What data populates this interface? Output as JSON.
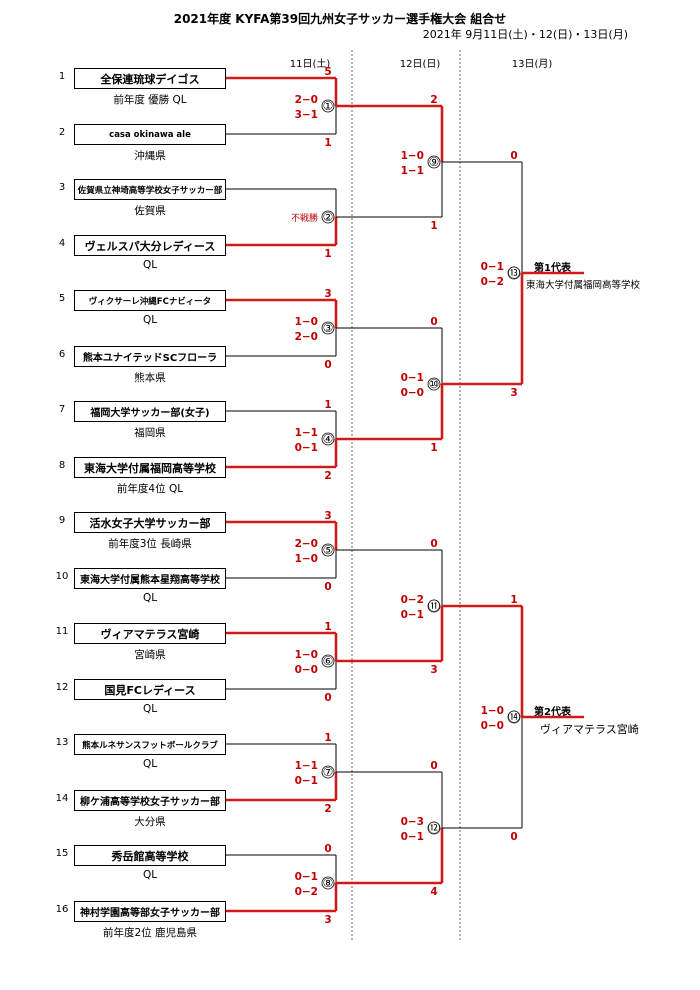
{
  "title": "2021年度  KYFA第39回九州女子サッカー選手権大会  組合せ",
  "date": "2021年  9月11日(土)・12(日)・13日(月)",
  "days": [
    "11日(土)",
    "12日(日)",
    "13日(月)"
  ],
  "teams": [
    {
      "seed": "1",
      "name": "全保連琉球デイゴス",
      "sub": "前年度  優勝  QL"
    },
    {
      "seed": "2",
      "name": "casa okinawa ale",
      "sub": "沖縄県"
    },
    {
      "seed": "3",
      "name": "佐賀県立神埼高等学校女子サッカー部",
      "sub": "佐賀県"
    },
    {
      "seed": "4",
      "name": "ヴェルスパ大分レディース",
      "sub": "QL"
    },
    {
      "seed": "5",
      "name": "ヴィクサーレ沖縄FCナビィータ",
      "sub": "QL"
    },
    {
      "seed": "6",
      "name": "熊本ユナイテッドSCフローラ",
      "sub": "熊本県"
    },
    {
      "seed": "7",
      "name": "福岡大学サッカー部(女子)",
      "sub": "福岡県"
    },
    {
      "seed": "8",
      "name": "東海大学付属福岡高等学校",
      "sub": "前年度4位  QL"
    },
    {
      "seed": "9",
      "name": "活水女子大学サッカー部",
      "sub": "前年度3位  長崎県"
    },
    {
      "seed": "10",
      "name": "東海大学付属熊本星翔高等学校",
      "sub": "QL"
    },
    {
      "seed": "11",
      "name": "ヴィアマテラス宮崎",
      "sub": "宮崎県"
    },
    {
      "seed": "12",
      "name": "国見FCレディース",
      "sub": "QL"
    },
    {
      "seed": "13",
      "name": "熊本ルネサンスフットボールクラブ",
      "sub": "QL"
    },
    {
      "seed": "14",
      "name": "柳ケ浦高等学校女子サッカー部",
      "sub": "大分県"
    },
    {
      "seed": "15",
      "name": "秀岳館高等学校",
      "sub": "QL"
    },
    {
      "seed": "16",
      "name": "神村学園高等部女子サッカー部",
      "sub": "前年度2位  鹿児島県"
    }
  ],
  "round1": [
    {
      "no": "①",
      "score_top": "5",
      "score_bottom": "1",
      "halves": [
        "2−0",
        "3−1"
      ],
      "winner": "top",
      "note": ""
    },
    {
      "no": "②",
      "score_top": "",
      "score_bottom": "1",
      "halves": [],
      "winner": "bottom",
      "note": "不戦勝"
    },
    {
      "no": "③",
      "score_top": "3",
      "score_bottom": "0",
      "halves": [
        "1−0",
        "2−0"
      ],
      "winner": "top",
      "note": ""
    },
    {
      "no": "④",
      "score_top": "1",
      "score_bottom": "2",
      "halves": [
        "1−1",
        "0−1"
      ],
      "winner": "bottom",
      "note": ""
    },
    {
      "no": "⑤",
      "score_top": "3",
      "score_bottom": "0",
      "halves": [
        "2−0",
        "1−0"
      ],
      "winner": "top",
      "note": ""
    },
    {
      "no": "⑥",
      "score_top": "1",
      "score_bottom": "0",
      "halves": [
        "1−0",
        "0−0"
      ],
      "winner": "top",
      "note": ""
    },
    {
      "no": "⑦",
      "score_top": "1",
      "score_bottom": "2",
      "halves": [
        "1−1",
        "0−1"
      ],
      "winner": "bottom",
      "note": ""
    },
    {
      "no": "⑧",
      "score_top": "0",
      "score_bottom": "3",
      "halves": [
        "0−1",
        "0−2"
      ],
      "winner": "bottom",
      "note": ""
    }
  ],
  "round2": [
    {
      "no": "⑨",
      "score_top": "2",
      "score_bottom": "1",
      "halves": [
        "1−0",
        "1−1"
      ],
      "winner": "top"
    },
    {
      "no": "⑩",
      "score_top": "0",
      "score_bottom": "1",
      "halves": [
        "0−1",
        "0−0"
      ],
      "winner": "bottom"
    },
    {
      "no": "⑪",
      "score_top": "0",
      "score_bottom": "3",
      "halves": [
        "0−2",
        "0−1"
      ],
      "winner": "bottom"
    },
    {
      "no": "⑫",
      "score_top": "0",
      "score_bottom": "4",
      "halves": [
        "0−3",
        "0−1"
      ],
      "winner": "bottom"
    }
  ],
  "round3": [
    {
      "no": "⑬",
      "score_top": "0",
      "score_bottom": "3",
      "halves": [
        "0−1",
        "0−2"
      ],
      "winner": "bottom",
      "rep_label": "第1代表",
      "rep_team": "東海大学付属福岡高等学校"
    },
    {
      "no": "⑭",
      "score_top": "1",
      "score_bottom": "0",
      "halves": [
        "1−0",
        "0−0"
      ],
      "winner": "top",
      "rep_label": "第2代表",
      "rep_team": "ヴィアマテラス宮崎"
    }
  ],
  "colors": {
    "win": "#d11a1a",
    "line": "#000000",
    "score": "#c00000",
    "divider": "#666666"
  }
}
